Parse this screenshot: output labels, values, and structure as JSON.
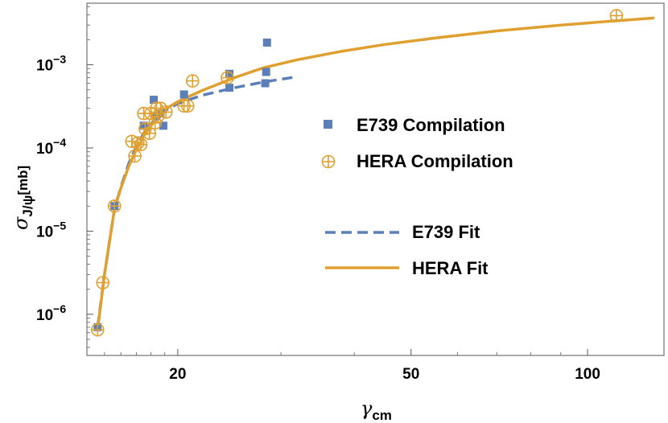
{
  "chart_data": {
    "type": "scatter",
    "title": "",
    "xlabel": "γ",
    "xlabel_sub": "cm",
    "ylabel": "σ",
    "ylabel_sub": "J/ψ",
    "ylabel_unit": "[mb]",
    "xscale": "log",
    "yscale": "log",
    "xlim": [
      14,
      135
    ],
    "ylim": [
      3.2e-07,
      0.0055
    ],
    "grid": false,
    "legend_position": "right-center",
    "x_ticks": [
      {
        "value": 20,
        "label": "20"
      },
      {
        "value": 50,
        "label": "50"
      },
      {
        "value": 100,
        "label": "100"
      }
    ],
    "y_ticks": [
      {
        "value": 1e-06,
        "base": "10",
        "exp": "−6"
      },
      {
        "value": 1e-05,
        "base": "10",
        "exp": "−5"
      },
      {
        "value": 0.0001,
        "base": "10",
        "exp": "−4"
      },
      {
        "value": 0.001,
        "base": "10",
        "exp": "−3"
      }
    ],
    "series": [
      {
        "name": "E739 Compilation",
        "kind": "points",
        "marker": "square",
        "color": "#5b7fb8",
        "points": [
          [
            14.6,
            7e-07
          ],
          [
            15.6,
            2e-05
          ],
          [
            17.5,
            0.000185
          ],
          [
            18.2,
            0.00038
          ],
          [
            18.4,
            0.00024
          ],
          [
            18.7,
            0.00026
          ],
          [
            18.9,
            0.000185
          ],
          [
            20.5,
            0.00044
          ],
          [
            24.5,
            0.00078
          ],
          [
            24.5,
            0.00053
          ],
          [
            28.3,
            0.00082
          ],
          [
            28.2,
            0.0006
          ],
          [
            28.4,
            0.00185
          ]
        ]
      },
      {
        "name": "HERA Compilation",
        "kind": "points",
        "marker": "circle-plus",
        "color": "#e0a030",
        "points": [
          [
            14.6,
            6.5e-07
          ],
          [
            14.9,
            2.4e-06
          ],
          [
            15.6,
            2e-05
          ],
          [
            16.7,
            0.00012
          ],
          [
            16.9,
            8e-05
          ],
          [
            17.1,
            0.000115
          ],
          [
            17.3,
            0.00011
          ],
          [
            17.5,
            0.00026
          ],
          [
            17.6,
            0.00017
          ],
          [
            17.9,
            0.00015
          ],
          [
            18.0,
            0.00026
          ],
          [
            18.3,
            0.0002
          ],
          [
            18.4,
            0.0003
          ],
          [
            18.5,
            0.00024
          ],
          [
            18.7,
            0.0003
          ],
          [
            19.1,
            0.00027
          ],
          [
            20.5,
            0.00032
          ],
          [
            20.8,
            0.00032
          ],
          [
            21.2,
            0.00064
          ],
          [
            24.3,
            0.0007
          ],
          [
            112.0,
            0.0039
          ]
        ]
      },
      {
        "name": "E739 Fit",
        "kind": "line",
        "style": "dashed",
        "color": "#5b7fb8",
        "points": [
          [
            14.6,
            7e-07
          ],
          [
            15.0,
            3e-06
          ],
          [
            15.6,
            1.85e-05
          ],
          [
            16.0,
            3.4e-05
          ],
          [
            16.5,
            6.5e-05
          ],
          [
            17.0,
            0.000105
          ],
          [
            17.5,
            0.00015
          ],
          [
            18.0,
            0.000195
          ],
          [
            19.0,
            0.00028
          ],
          [
            20.0,
            0.00034
          ],
          [
            22.0,
            0.00043
          ],
          [
            25.0,
            0.00053
          ],
          [
            28.0,
            0.00062
          ],
          [
            32.0,
            0.00072
          ]
        ]
      },
      {
        "name": "HERA Fit",
        "kind": "line",
        "style": "solid",
        "color": "#e0a030",
        "points": [
          [
            14.6,
            6.5e-07
          ],
          [
            15.0,
            3e-06
          ],
          [
            15.6,
            1.85e-05
          ],
          [
            16.0,
            3.3e-05
          ],
          [
            16.5,
            6e-05
          ],
          [
            17.0,
            9.5e-05
          ],
          [
            17.5,
            0.00014
          ],
          [
            18.0,
            0.000185
          ],
          [
            19.0,
            0.00029
          ],
          [
            20.0,
            0.00036
          ],
          [
            22.0,
            0.00049
          ],
          [
            25.0,
            0.0007
          ],
          [
            28.0,
            0.00092
          ],
          [
            32.0,
            0.00115
          ],
          [
            38.0,
            0.00145
          ],
          [
            45.0,
            0.00175
          ],
          [
            55.0,
            0.0021
          ],
          [
            70.0,
            0.00255
          ],
          [
            90.0,
            0.003
          ],
          [
            110.0,
            0.00335
          ],
          [
            130.0,
            0.00365
          ]
        ]
      }
    ]
  }
}
